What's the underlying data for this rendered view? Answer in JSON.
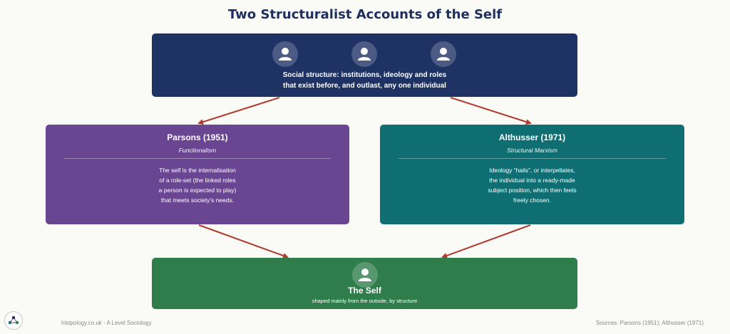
{
  "title": "Two Structuralist Accounts of the Self",
  "structure": {
    "line1": "Social structure: institutions, ideology and roles",
    "line2": "that exist before, and outlast, any one individual"
  },
  "parsons": {
    "title": "Parsons (1951)",
    "subtitle": "Functionalism",
    "lines": [
      "The self is the internalisation",
      "of a role-set (the linked roles",
      "a person is expected to play)",
      "that meets society’s needs."
    ]
  },
  "althusser": {
    "title": "Althusser (1971)",
    "subtitle": "Structural Marxism",
    "lines": [
      "Ideology “hails”, or interpellates,",
      "the individual into a ready-made",
      "subject position, which then feels",
      "freely chosen."
    ]
  },
  "self": {
    "title": "The Self",
    "subtitle": "shaped mainly from the outside, by structure"
  },
  "footer": {
    "left": "histpology.co.uk · A Level Sociology",
    "right": "Sources: Parsons (1951); Althusser (1971)"
  },
  "colors": {
    "structure": "#1e3264",
    "parsons": "#6a4592",
    "althusser": "#0e6e72",
    "self": "#2f7d4b",
    "arrow": "#b03a2e",
    "title": "#1e2f5e"
  },
  "icons": [
    "person-icon",
    "logo-icon"
  ]
}
